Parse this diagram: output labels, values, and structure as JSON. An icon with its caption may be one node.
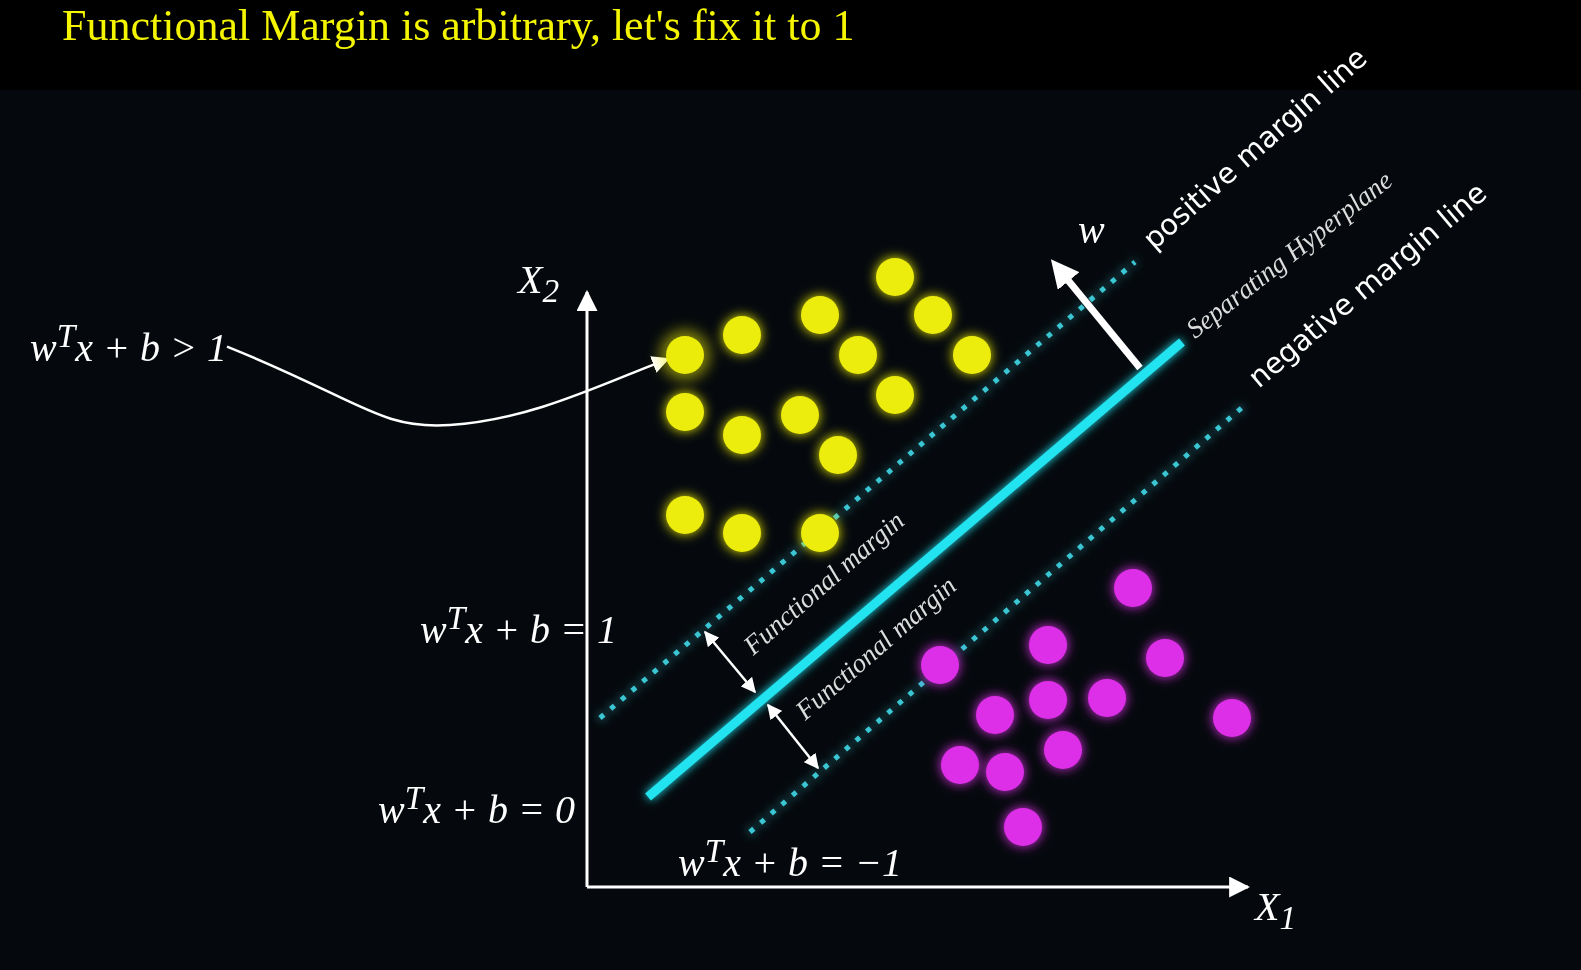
{
  "diagram": {
    "title": "Functional Margin is arbitrary, let's fix it to 1",
    "nodes": [
      {
        "text": [
          "w$^{T}$x + b > 1"
        ]
      },
      {
        "text": [],
        "shape": "circle"
      }
    ],
    "edges": [
      {
        "from": 0,
        "to": 1,
        "arrow": "to"
      }
    ],
    "labels": [
      "w",
      "positive margin line",
      "Separating Hyperplane",
      "negative margin line",
      "X$_{2}$",
      "Functional margin",
      "w$^{T}$x + b = 1",
      "Functional margin",
      "w$^{T}$x + b = 0",
      "w$^{T}$x + b = −1",
      "X$_{1}$"
    ]
  }
}
